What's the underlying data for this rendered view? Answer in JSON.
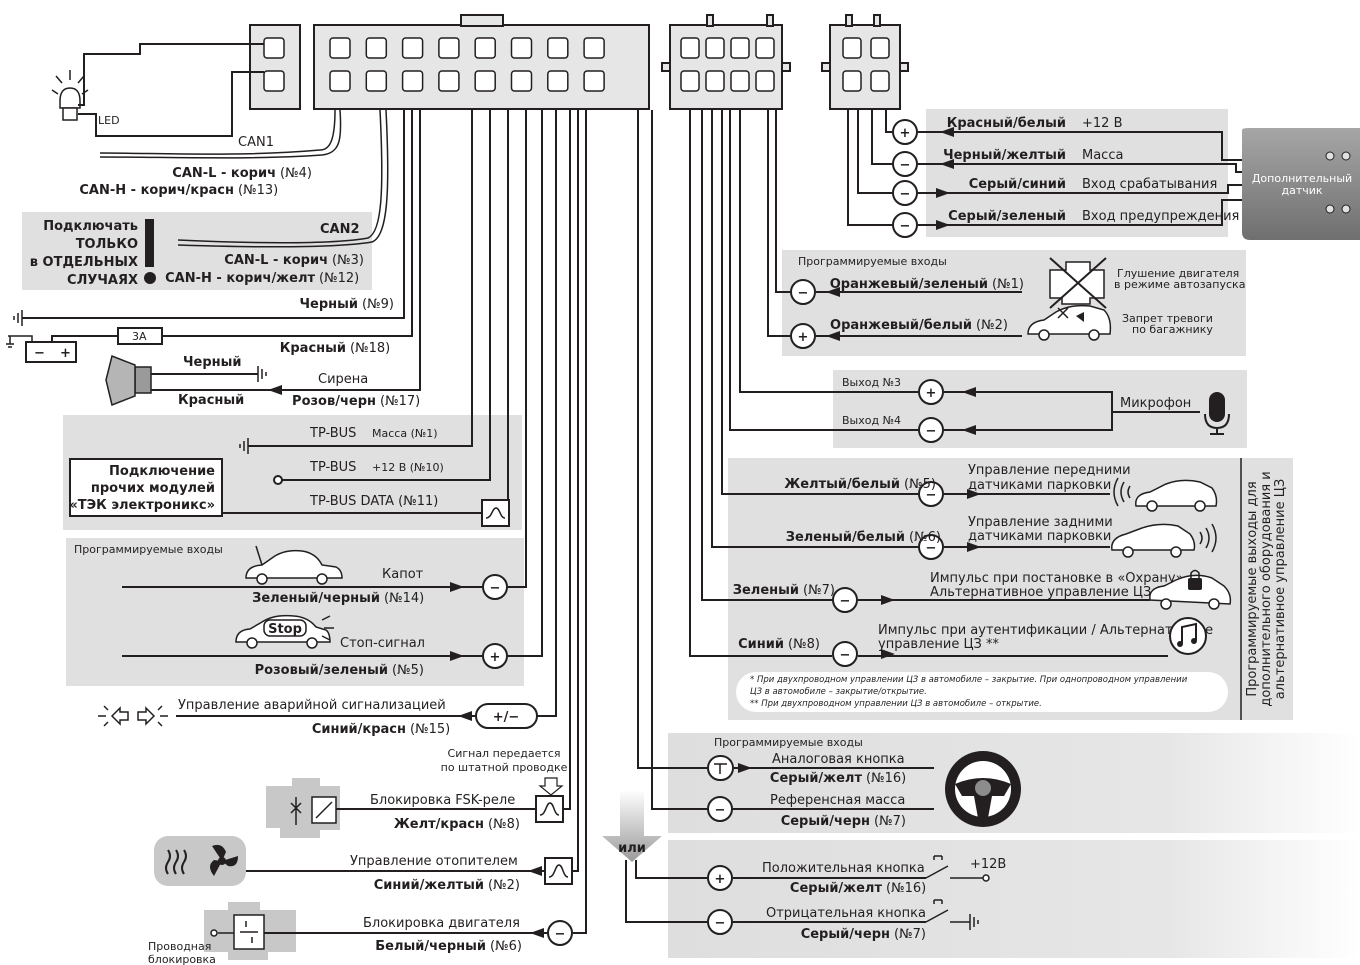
{
  "led": {
    "label": "LED"
  },
  "can1": {
    "title": "CAN1",
    "canl_name": "CAN-L - корич",
    "canl_num": "(№4)",
    "canh_name": "CAN-H - корич/красн",
    "canh_num": "(№13)"
  },
  "can2": {
    "note_line1": "Подключать",
    "note_line2": "ТОЛЬКО",
    "note_line3": "в ОТДЕЛЬНЫХ",
    "note_line4": "СЛУЧАЯХ",
    "title": "CAN2",
    "canl_name": "CAN-L - корич",
    "canl_num": "(№3)",
    "canh_name": "CAN-H - корич/желт",
    "canh_num": "(№12)"
  },
  "power": {
    "black_name": "Черный",
    "black_num": "(№9)",
    "fuse": "3A",
    "red_name": "Красный",
    "red_num": "(№18)"
  },
  "siren": {
    "black": "Черный",
    "red": "Красный",
    "title": "Сирена",
    "wire_name": "Розов/черн",
    "wire_num": "(№17)"
  },
  "tpbus": {
    "gnd": "TP-BUS",
    "gnd_note": "Масса (№1)",
    "pwr": "TP-BUS",
    "pwr_note": "+12 В (№10)",
    "data": "TP-BUS DATA (№11)",
    "box_line1": "Подключение",
    "box_line2": "прочих модулей",
    "box_line3": "«ТЭК электроникс»"
  },
  "left_inputs": {
    "header": "Программируемые входы",
    "hood_label": "Капот",
    "hood_wire": "Зеленый/черный",
    "hood_num": "(№14)",
    "stop_badge": "Stop",
    "brake_label": "Стоп-сигнал",
    "brake_wire": "Розовый/зеленый",
    "brake_num": "(№5)"
  },
  "hazard": {
    "label": "Управление аварийной сигнализацией",
    "wire": "Синий/красн",
    "num": "(№15)",
    "symbol": "+/−"
  },
  "fsk": {
    "signal_line1": "Сигнал передается",
    "signal_line2": "по штатной проводке",
    "label": "Блокировка FSK-реле",
    "wire": "Желт/красн",
    "num": "(№8)"
  },
  "heater": {
    "label": "Управление отопителем",
    "wire": "Синий/желтый",
    "num": "(№2)"
  },
  "engine_block": {
    "label": "Блокировка двигателя",
    "wire": "Белый/черный",
    "num": "(№6)",
    "note_line1": "Проводная",
    "note_line2": "блокировка"
  },
  "sensor": {
    "rows": [
      {
        "wire": "Красный/белый",
        "desc": "+12 В",
        "sign": "+"
      },
      {
        "wire": "Черный/желтый",
        "desc": "Масса",
        "sign": "−"
      },
      {
        "wire": "Серый/синий",
        "desc": "Вход срабатывания",
        "sign": "−"
      },
      {
        "wire": "Серый/зеленый",
        "desc": "Вход предупреждения",
        "sign": "−"
      }
    ],
    "device_line1": "Дополнительный",
    "device_line2": "датчик"
  },
  "right_inputs": {
    "header": "Программируемые входы",
    "in1_wire": "Оранжевый/зеленый",
    "in1_num": "(№1)",
    "in1_desc_line1": "Глушение двигателя",
    "in1_desc_line2": "в режиме автозапуска",
    "in2_wire": "Оранжевый/белый",
    "in2_num": "(№2)",
    "in2_desc_line1": "Запрет тревоги",
    "in2_desc_line2": "по багажнику"
  },
  "mic": {
    "out3": "Выход №3",
    "out4": "Выход №4",
    "label": "Микрофон"
  },
  "prog_outputs": {
    "vertical_line1": "Программируемые выходы для",
    "vertical_line2": "дополнительного оборудования и",
    "vertical_line3": "альтернативное управление ЦЗ",
    "rows": [
      {
        "wire": "Желтый/белый",
        "num": "(№5)",
        "line1": "Управление передними",
        "line2": "датчиками парковки"
      },
      {
        "wire": "Зеленый/белый",
        "num": "(№6)",
        "line1": "Управление задними",
        "line2": "датчиками парковки"
      },
      {
        "wire": "Зеленый",
        "num": "(№7)",
        "line1": "Импульс при постановке в «Охрану» /",
        "line2": "Альтернативное управление ЦЗ *"
      },
      {
        "wire": "Синий",
        "num": "(№8)",
        "line1": "Импульс при аутентификации / Альтернативное",
        "line2": "управление ЦЗ **"
      }
    ],
    "footnote1_a": "*      При двухпроводном управлении ЦЗ в автомобиле – закрытие. При однопроводном управлении",
    "footnote1_b": "ЦЗ в автомобиле – закрытие/открытие.",
    "footnote2": "**     При двухпроводном управлении ЦЗ в автомобиле – открытие."
  },
  "buttons": {
    "header": "Программируемые входы",
    "analog_label": "Аналоговая кнопка",
    "analog_wire": "Серый/желт",
    "analog_num": "(№16)",
    "ref_label": "Референсная масса",
    "ref_wire": "Серый/черн",
    "ref_num": "(№7)",
    "or_label": "или",
    "pos_label": "Положительная кнопка",
    "pos_wire": "Серый/желт",
    "pos_num": "(№16)",
    "pos_v": "+12В",
    "neg_label": "Отрицательная кнопка",
    "neg_wire": "Серый/черн",
    "neg_num": "(№7)"
  },
  "colors": {
    "panel": "#e0e0e0",
    "wire": "#231f20",
    "device": "#8c8c8c"
  }
}
